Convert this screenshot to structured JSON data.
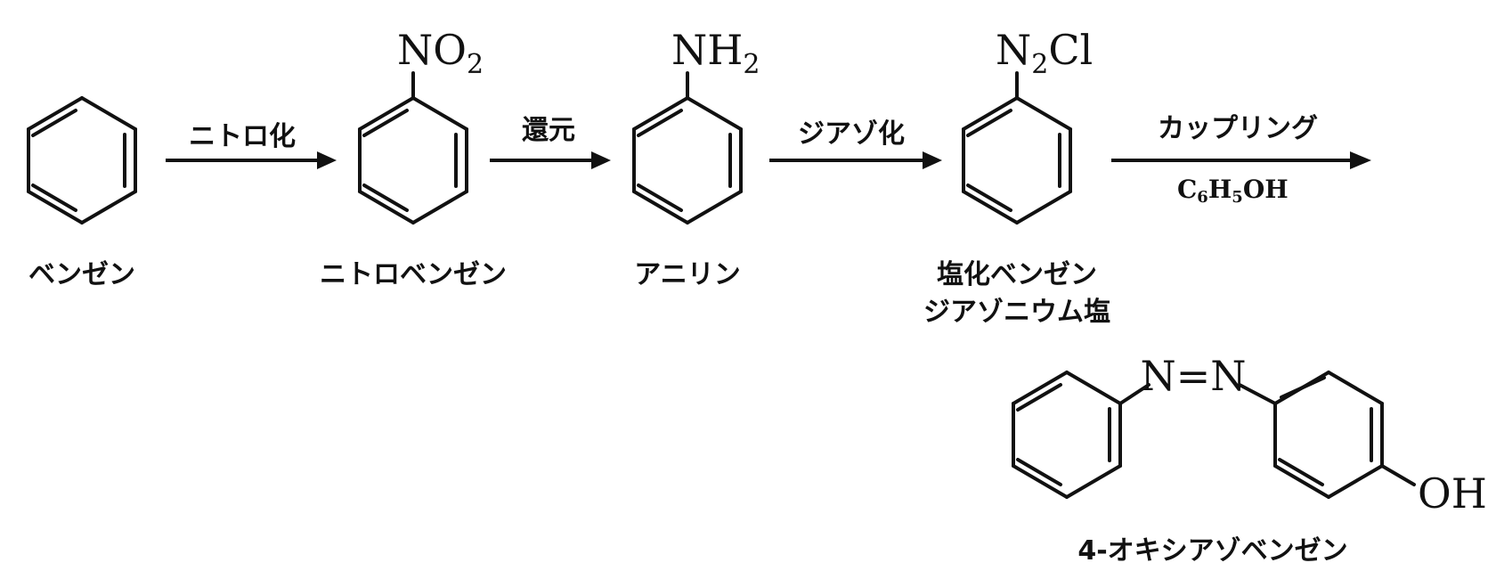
{
  "compounds": [
    {
      "name": "ベンゼン"
    },
    {
      "name": "ニトロベンゼン",
      "substituent": {
        "base": "NO",
        "sub": "2",
        "tail": ""
      }
    },
    {
      "name": "アニリン",
      "substituent": {
        "base": "NH",
        "sub": "2",
        "tail": ""
      }
    },
    {
      "name_line1": "塩化ベンゼン",
      "name_line2": "ジアゾニウム塩",
      "substituent": {
        "base": "N",
        "sub": "2",
        "tail": "Cl"
      }
    },
    {
      "name": "4-オキシアゾベンゼン",
      "azo_group": "N=N",
      "hydroxyl": "OH"
    }
  ],
  "reactions": [
    {
      "label": "ニトロ化"
    },
    {
      "label": "還元"
    },
    {
      "label": "ジアゾ化"
    },
    {
      "label": "カップリング",
      "condition": {
        "c": "C",
        "c_sub": "6",
        "h": "H",
        "h_sub": "5",
        "tail": "OH"
      }
    }
  ]
}
